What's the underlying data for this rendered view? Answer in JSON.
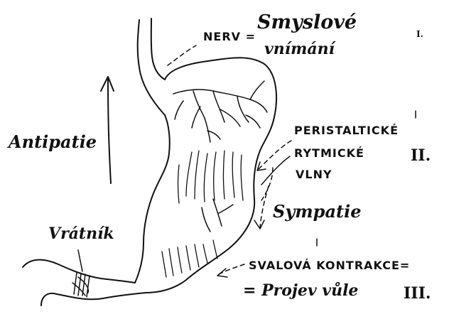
{
  "labels": {
    "nerv": "NERV =",
    "smyslove": "Smyslové",
    "vnimani": "vnímání",
    "numeral_1": "I.",
    "antipatie": "Antipatie",
    "peristalticke": "PERISTALTICKÉ",
    "rytmicke": "RYTMICKÉ",
    "vlny": "VLNY",
    "numeral_2": "II.",
    "sympatie": "Sympatie",
    "vratnik": "Vrátník",
    "svalova_kontrakce": "SVALOVÁ KONTRAKCE=",
    "projev_vule": "= Projev vůle",
    "numeral_3": "III."
  },
  "colors": {
    "ink": "#111111",
    "paper": "#ffffff"
  }
}
